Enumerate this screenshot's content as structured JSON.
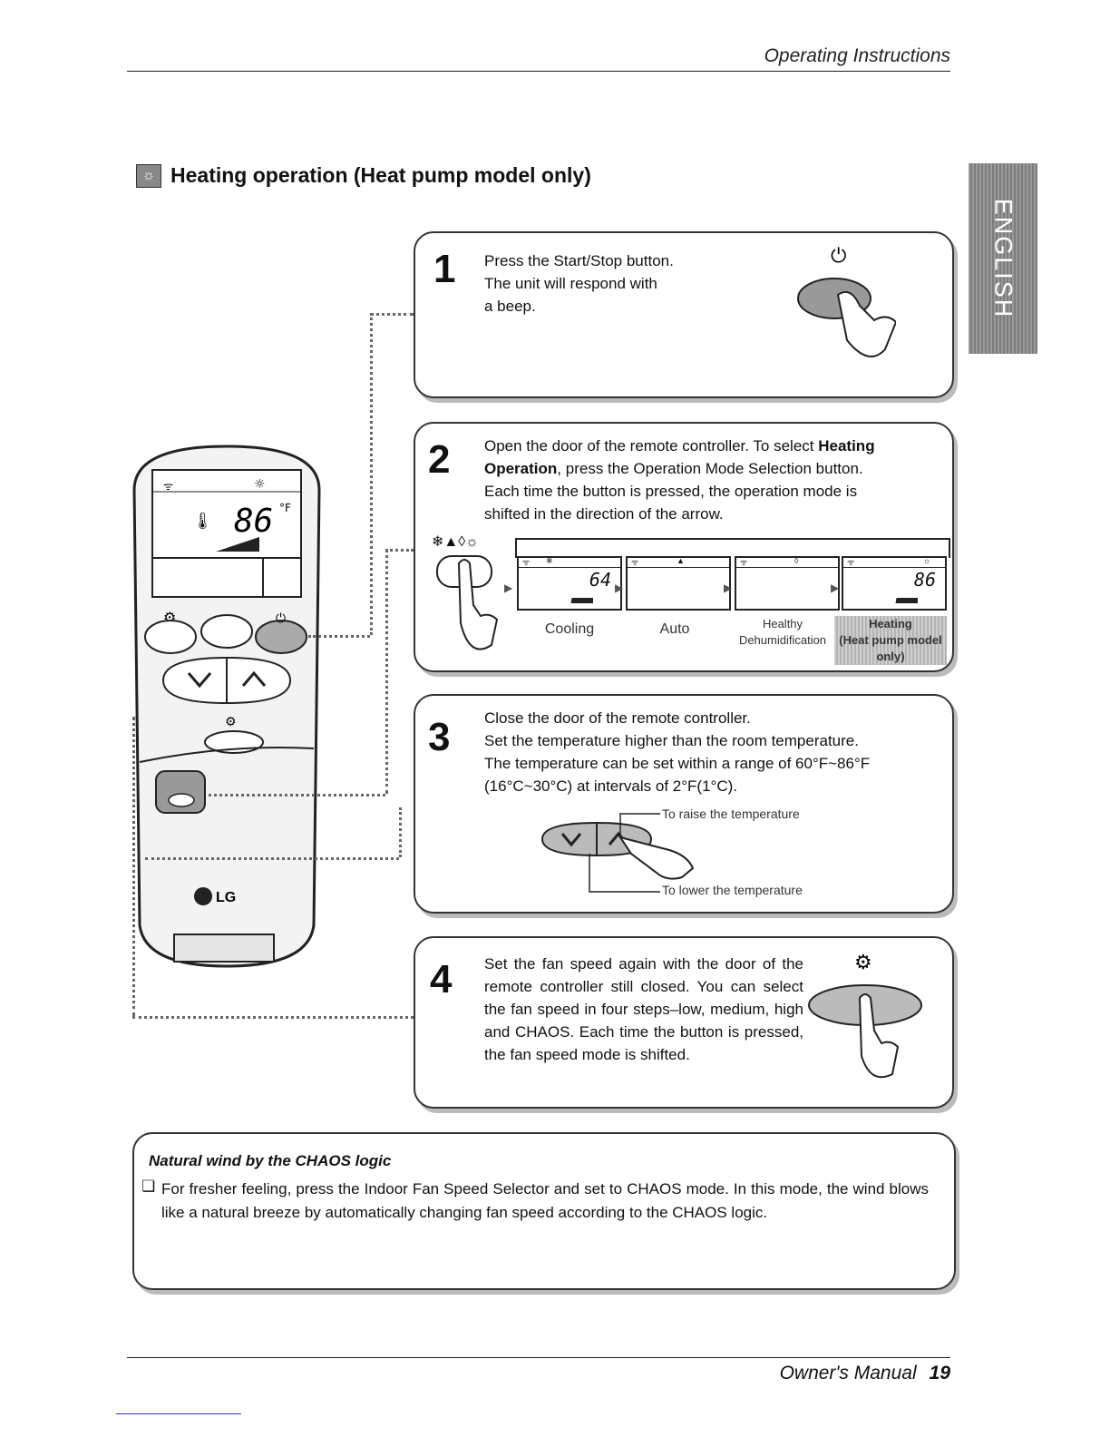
{
  "header": {
    "section": "Operating Instructions"
  },
  "title": "Heating operation (Heat pump model only)",
  "language_tab": "ENGLISH",
  "steps": [
    {
      "number": "1",
      "text": [
        "Press the Start/Stop button.",
        "The unit will respond with",
        "a beep."
      ]
    },
    {
      "number": "2",
      "text_html": "Open the door of the remote controller. To select <b>Heating Operation</b>, press the Operation Mode Selection button. Each time the button is pressed, the operation mode is shifted in the direction of the arrow."
    },
    {
      "number": "3",
      "text": [
        "Close the door of the remote controller.",
        "Set the temperature higher than the room temperature.",
        "The temperature can be set within a range of 60°F~86°F",
        "(16°C~30°C) at intervals of 2°F(1°C)."
      ],
      "raise_label": "To raise the temperature",
      "lower_label": "To lower the temperature"
    },
    {
      "number": "4",
      "text": "Set the fan speed again with the door of the remote controller still closed. You can select the fan speed in four steps–low, medium, high and CHAOS. Each time the button is pressed, the fan speed mode is shifted."
    }
  ],
  "modes": [
    {
      "label": "Cooling",
      "lcd": "64"
    },
    {
      "label": "Auto",
      "lcd": ""
    },
    {
      "label": "Healthy\nDehumidification",
      "lcd": ""
    },
    {
      "label": "Heating\n(Heat pump model only)",
      "lcd": "86"
    }
  ],
  "remote": {
    "display_temp": "86",
    "unit": "°F",
    "brand": "LG"
  },
  "note": {
    "title": "Natural wind by the CHAOS logic",
    "bullet": "❏",
    "text": "For fresher feeling, press the Indoor Fan Speed Selector and set to CHAOS mode. In this mode, the wind blows like a natural breeze by automatically changing fan speed according to the CHAOS logic."
  },
  "footer": {
    "label": "Owner's Manual",
    "page": "19"
  }
}
